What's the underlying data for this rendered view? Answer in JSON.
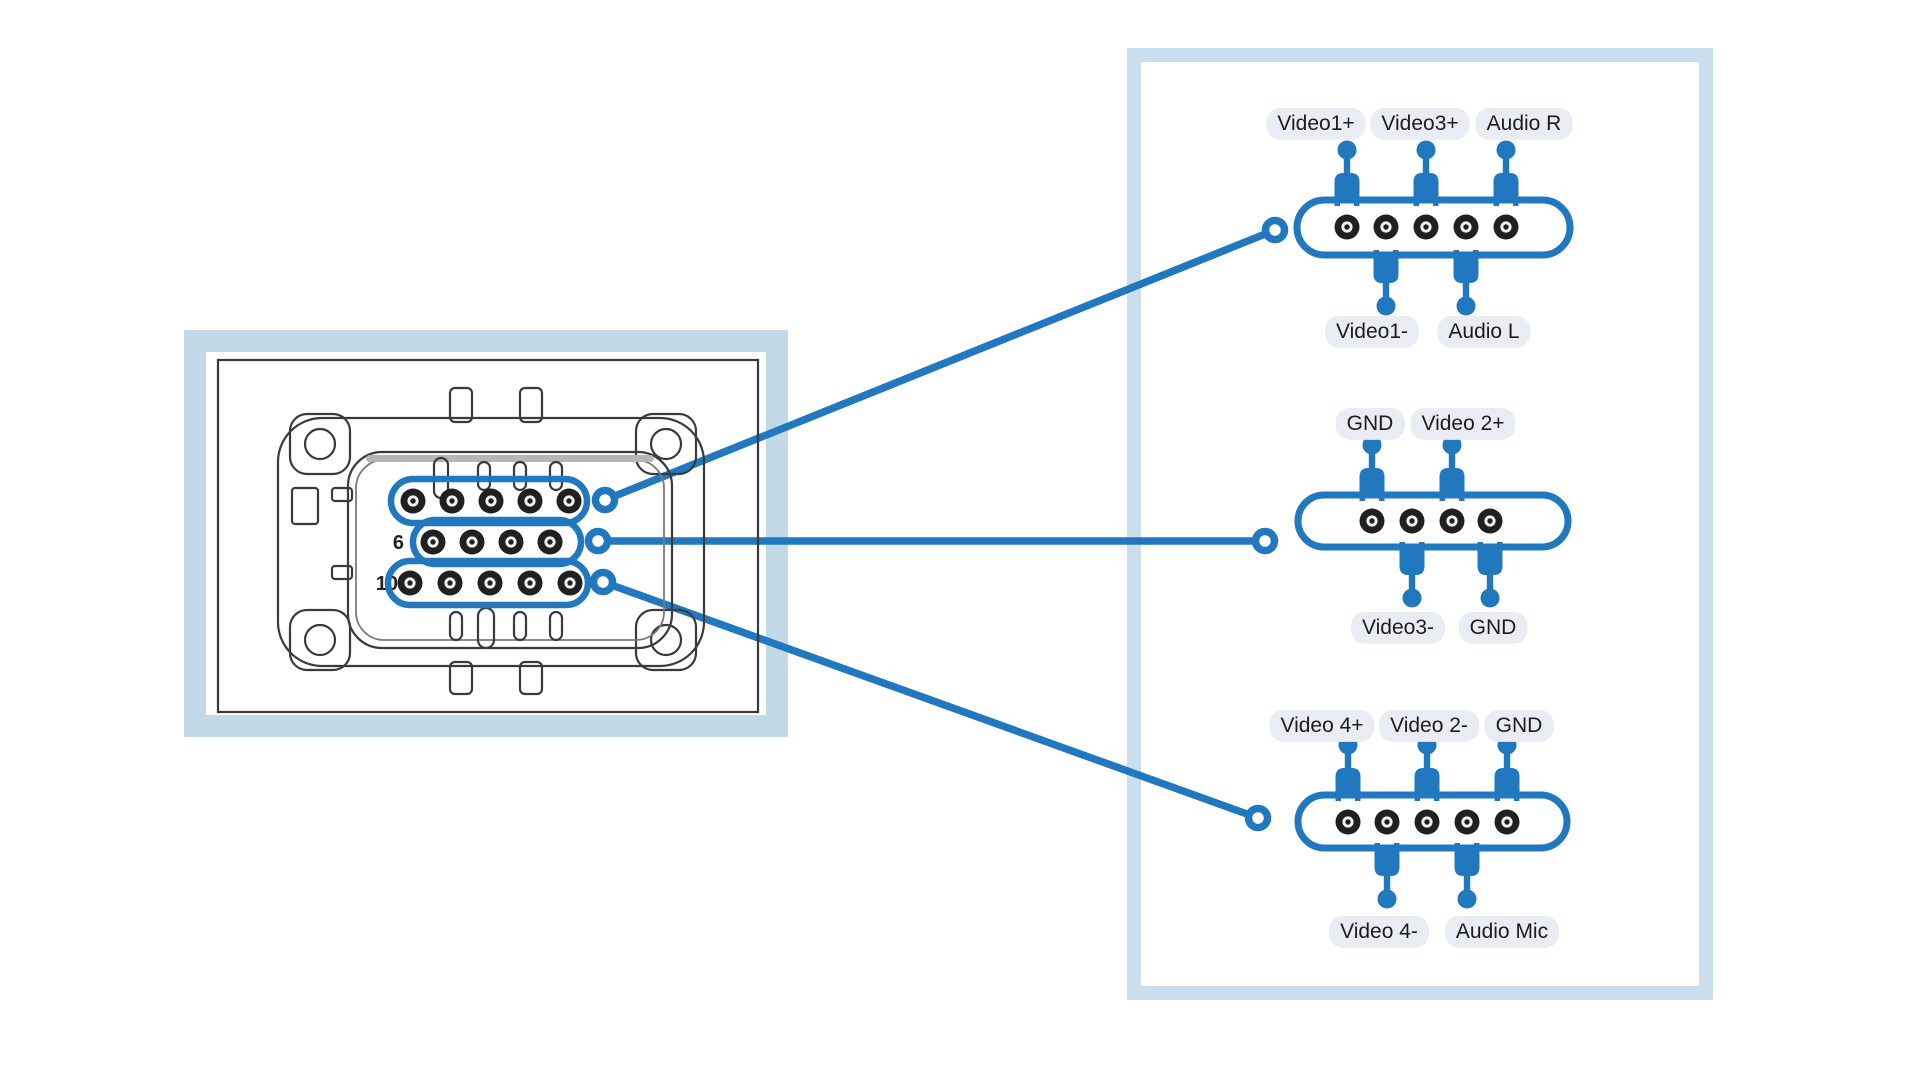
{
  "colors": {
    "accent": "#2178be",
    "left_frame": "#c3d9e7",
    "right_frame": "#cbdeee",
    "label_bg": "#e9edf3",
    "ink": "#1c1c1c",
    "line_art": "#3a3a3a"
  },
  "connector": {
    "description": "14-pin connector face drawing with three highlighted pin rows",
    "row2_pin_number": "6",
    "row3_pin_number": "10",
    "rows": [
      {
        "id": "row-1",
        "pins": 5
      },
      {
        "id": "row-2",
        "pins": 4
      },
      {
        "id": "row-3",
        "pins": 5
      }
    ]
  },
  "rows": [
    {
      "id": "row-1",
      "pin_count": 5,
      "top_labels": [
        {
          "text": "Video1+",
          "pin": 1
        },
        {
          "text": "Video3+",
          "pin": 3
        },
        {
          "text": "Audio R",
          "pin": 5
        }
      ],
      "bottom_labels": [
        {
          "text": "Video1-",
          "pin": 2
        },
        {
          "text": "Audio L",
          "pin": 4
        }
      ]
    },
    {
      "id": "row-2",
      "pin_count": 4,
      "top_labels": [
        {
          "text": "GND",
          "pin": 1
        },
        {
          "text": "Video 2+",
          "pin": 3
        }
      ],
      "bottom_labels": [
        {
          "text": "Video3-",
          "pin": 2
        },
        {
          "text": "GND",
          "pin": 4
        }
      ]
    },
    {
      "id": "row-3",
      "pin_count": 5,
      "top_labels": [
        {
          "text": "Video 4+",
          "pin": 1
        },
        {
          "text": "Video 2-",
          "pin": 3
        },
        {
          "text": "GND",
          "pin": 5
        }
      ],
      "bottom_labels": [
        {
          "text": "Video 4-",
          "pin": 2
        },
        {
          "text": "Audio Mic",
          "pin": 4
        }
      ]
    }
  ]
}
